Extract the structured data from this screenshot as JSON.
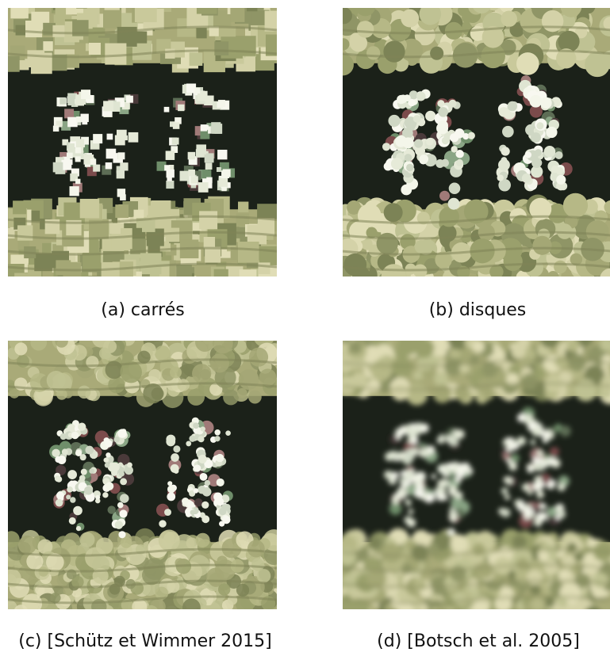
{
  "figure": {
    "panels": [
      {
        "id": "a",
        "caption": "(a) carrés",
        "style": "squares"
      },
      {
        "id": "b",
        "caption": "(b) disques",
        "style": "disks"
      },
      {
        "id": "c",
        "caption": "(c) [Schütz et Wimmer 2015]",
        "style": "splats"
      },
      {
        "id": "d",
        "caption": "(d) [Botsch et al. 2005]",
        "style": "blurred"
      }
    ],
    "colors": {
      "background": "#ffffff",
      "stone_light": "#c8c89a",
      "stone_mid": "#a9aa78",
      "stone_dark": "#7f8458",
      "sign_dark": "#1b2119",
      "glyph_light": "#f2f4e6",
      "glyph_red": "#7a4a4a",
      "glyph_green": "#6f8e6a"
    }
  }
}
